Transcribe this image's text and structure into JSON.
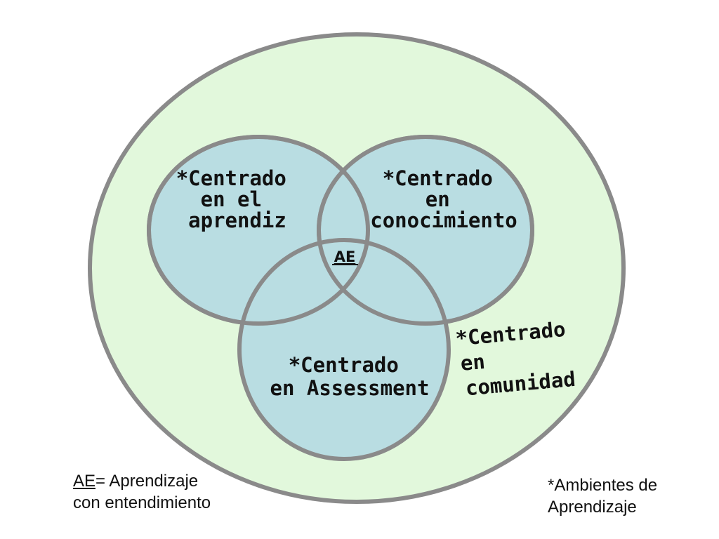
{
  "colors": {
    "outer_fill": "#e2f8dc",
    "inner_fill": "#b9dde2",
    "stroke": "#8a8a8a"
  },
  "circles": {
    "learner": {
      "lines": [
        "*Centrado",
        "en el",
        "aprendiz"
      ]
    },
    "knowledge": {
      "lines": [
        "*Centrado",
        "en",
        "conocimiento"
      ]
    },
    "assessment": {
      "lines": [
        "*Centrado",
        "en Assessment"
      ]
    },
    "community": {
      "lines": [
        "*Centrado",
        "en",
        "comunidad"
      ]
    }
  },
  "center_label": "AE",
  "legend": {
    "abbrev": "AE",
    "definition": "= Aprendizaje",
    "definition_line2": "con entendimiento"
  },
  "footnote": {
    "line1": "*Ambientes de",
    "line2": "Aprendizaje"
  }
}
